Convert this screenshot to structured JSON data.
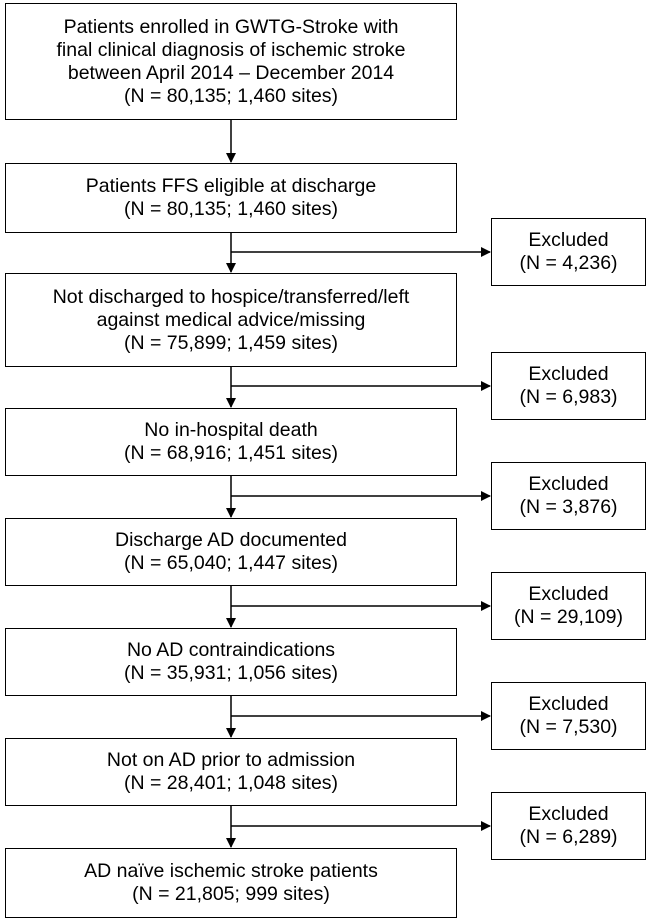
{
  "main_steps": [
    {
      "lines": [
        "Patients enrolled in GWTG-Stroke with",
        "final clinical diagnosis of ischemic stroke",
        "between April 2014 – December 2014",
        "(N = 80,135; 1,460 sites)"
      ]
    },
    {
      "lines": [
        "Patients FFS eligible at discharge",
        "(N = 80,135; 1,460 sites)"
      ]
    },
    {
      "lines": [
        "Not discharged to hospice/transferred/left",
        "against medical advice/missing",
        "(N = 75,899; 1,459 sites)"
      ]
    },
    {
      "lines": [
        "No in-hospital death",
        "(N = 68,916; 1,451 sites)"
      ]
    },
    {
      "lines": [
        "Discharge AD documented",
        "(N = 65,040; 1,447 sites)"
      ]
    },
    {
      "lines": [
        "No AD contraindications",
        "(N = 35,931; 1,056 sites)"
      ]
    },
    {
      "lines": [
        "Not on AD prior to admission",
        "(N = 28,401; 1,048 sites)"
      ]
    },
    {
      "lines": [
        "AD naïve ischemic stroke patients",
        "(N = 21,805; 999 sites)"
      ]
    }
  ],
  "exclusions": [
    {
      "label": "Excluded",
      "count": "(N = 4,236)"
    },
    {
      "label": "Excluded",
      "count": "(N = 6,983)"
    },
    {
      "label": "Excluded",
      "count": "(N = 3,876)"
    },
    {
      "label": "Excluded",
      "count": "(N = 29,109)"
    },
    {
      "label": "Excluded",
      "count": "(N = 7,530)"
    },
    {
      "label": "Excluded",
      "count": "(N = 6,289)"
    }
  ]
}
